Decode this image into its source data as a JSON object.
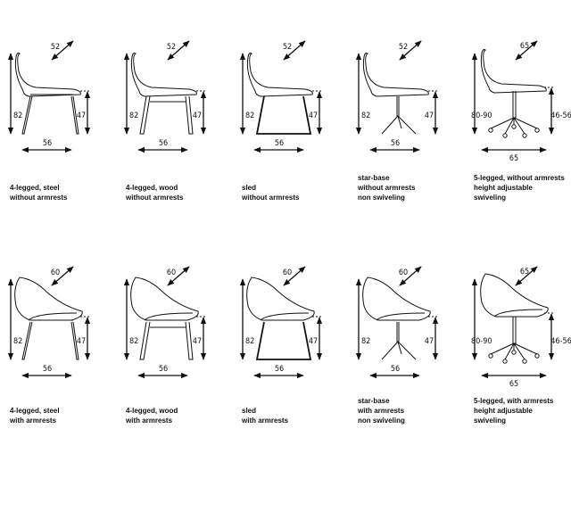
{
  "colors": {
    "ink": "#111111",
    "background": "#ffffff"
  },
  "rows": [
    {
      "chairs": [
        {
          "base": "steel",
          "arms": false,
          "depth": "52",
          "height": "82",
          "seat_height": "47",
          "width": "56",
          "caption": [
            "4-legged, steel",
            "without armrests"
          ]
        },
        {
          "base": "wood",
          "arms": false,
          "depth": "52",
          "height": "82",
          "seat_height": "47",
          "width": "56",
          "caption": [
            "4-legged, wood",
            "without armrests"
          ]
        },
        {
          "base": "sled",
          "arms": false,
          "depth": "52",
          "height": "82",
          "seat_height": "47",
          "width": "56",
          "caption": [
            "sled",
            "without armrests"
          ]
        },
        {
          "base": "star",
          "arms": false,
          "depth": "52",
          "height": "82",
          "seat_height": "47",
          "width": "56",
          "caption": [
            "star-base",
            "without armrests",
            "non swiveling"
          ]
        },
        {
          "base": "five",
          "arms": false,
          "depth": "65",
          "height": "80-90",
          "seat_height": "46-56",
          "width": "65",
          "caption": [
            "5-legged, without armrests",
            "height adjustable",
            "swiveling"
          ]
        }
      ]
    },
    {
      "chairs": [
        {
          "base": "steel",
          "arms": true,
          "depth": "60",
          "height": "82",
          "seat_height": "47",
          "width": "56",
          "caption": [
            "4-legged, steel",
            "with armrests"
          ]
        },
        {
          "base": "wood",
          "arms": true,
          "depth": "60",
          "height": "82",
          "seat_height": "47",
          "width": "56",
          "caption": [
            "4-legged, wood",
            "with armrests"
          ]
        },
        {
          "base": "sled",
          "arms": true,
          "depth": "60",
          "height": "82",
          "seat_height": "47",
          "width": "56",
          "caption": [
            "sled",
            "with armrests"
          ]
        },
        {
          "base": "star",
          "arms": true,
          "depth": "60",
          "height": "82",
          "seat_height": "47",
          "width": "56",
          "caption": [
            "star-base",
            "with armrests",
            "non swiveling"
          ]
        },
        {
          "base": "five",
          "arms": true,
          "depth": "65",
          "height": "80-90",
          "seat_height": "46-56",
          "width": "65",
          "caption": [
            "5-legged, with armrests",
            "height adjustable",
            "swiveling"
          ]
        }
      ]
    }
  ]
}
